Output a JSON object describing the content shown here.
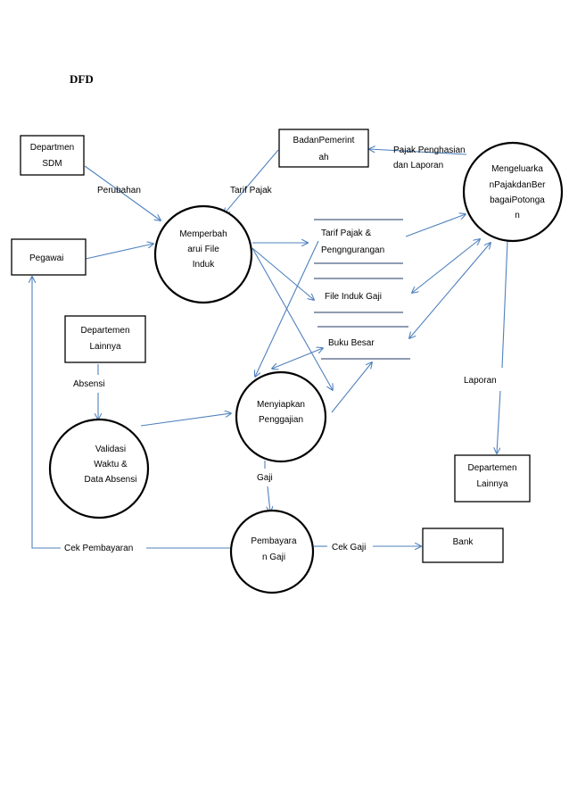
{
  "title": "DFD",
  "entities": {
    "departmen_sdm": [
      "Departmen",
      "SDM"
    ],
    "pegawai": [
      "Pegawai"
    ],
    "badan_pemerintah": [
      "BadanPemerint",
      "ah"
    ],
    "departemen_lainnya_left": [
      "Departemen",
      "Lainnya"
    ],
    "departemen_lainnya_right": [
      "Departemen",
      "Lainnya"
    ],
    "bank": [
      "Bank"
    ]
  },
  "processes": {
    "memperbaharui": [
      "Memperbah",
      "arui File",
      "Induk"
    ],
    "mengeluarkan": [
      "Mengeluarka",
      "nPajakdanBer",
      "bagaiPotonga",
      "n"
    ],
    "menyiapkan": [
      "Menyiapkan",
      "Penggajian"
    ],
    "validasi": [
      "Validasi",
      "Waktu &",
      "Data Absensi"
    ],
    "pembayaran": [
      "Pembayara",
      "n Gaji"
    ]
  },
  "stores": {
    "tarif": [
      "Tarif Pajak &",
      "Pengngurangan"
    ],
    "file_induk": [
      "File Induk Gaji"
    ],
    "buku_besar": [
      "Buku Besar"
    ]
  },
  "flows": {
    "perubahan": "Perubahan",
    "tarif_pajak": "Tarif Pajak",
    "pajak_penghasilan": [
      "Pajak Penghasian",
      "dan Laporan"
    ],
    "absensi": "Absensi",
    "laporan": "Laporan",
    "gaji": "Gaji",
    "cek_pembayaran": "Cek Pembayaran",
    "cek_gaji": "Cek Gaji"
  }
}
